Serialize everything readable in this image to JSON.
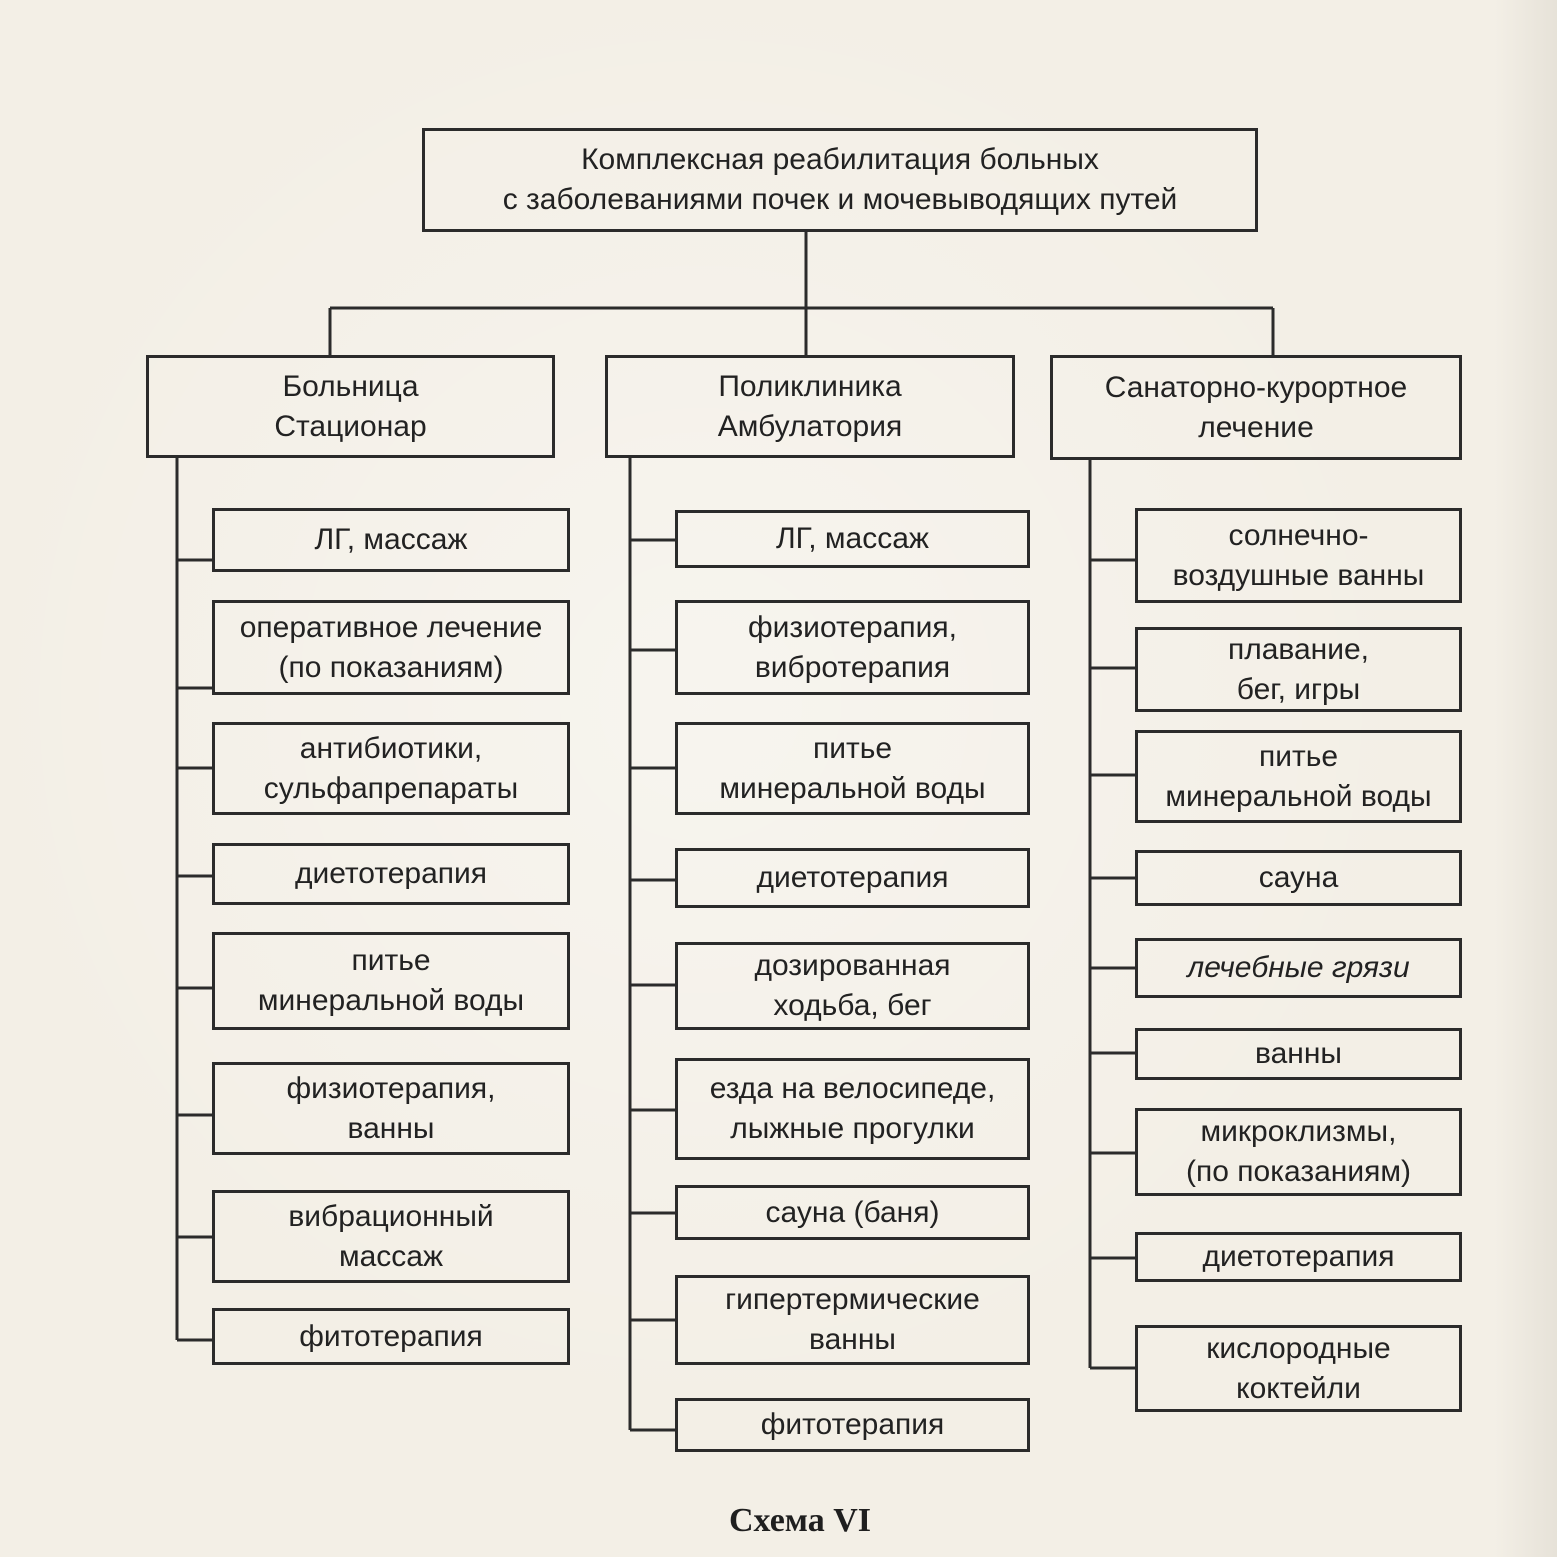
{
  "title": {
    "lines": [
      "Комплексная реабилитация больных",
      "с заболеваниями почек и мочевыводящих путей"
    ]
  },
  "columns": [
    {
      "header": [
        "Больница",
        "Стационар"
      ],
      "items": [
        [
          "ЛГ, массаж"
        ],
        [
          "оперативное лечение",
          "(по показаниям)"
        ],
        [
          "антибиотики,",
          "сульфапрепараты"
        ],
        [
          "диетотерапия"
        ],
        [
          "питье",
          "минеральной воды"
        ],
        [
          "физиотерапия,",
          "ванны"
        ],
        [
          "вибрационный",
          "массаж"
        ],
        [
          "фитотерапия"
        ]
      ]
    },
    {
      "header": [
        "Поликлиника",
        "Амбулатория"
      ],
      "items": [
        [
          "ЛГ, массаж"
        ],
        [
          "физиотерапия,",
          "вибротерапия"
        ],
        [
          "питье",
          "минеральной воды"
        ],
        [
          "диетотерапия"
        ],
        [
          "дозированная",
          "ходьба, бег"
        ],
        [
          "езда на велосипеде,",
          "лыжные прогулки"
        ],
        [
          "сауна (баня)"
        ],
        [
          "гипертермические",
          "ванны"
        ],
        [
          "фитотерапия"
        ]
      ]
    },
    {
      "header": [
        "Санаторно-курортное",
        "лечение"
      ],
      "items": [
        [
          "солнечно-",
          "воздушные ванны"
        ],
        [
          "плавание,",
          "бег, игры"
        ],
        [
          "питье",
          "минеральной воды"
        ],
        [
          "сауна"
        ],
        [
          "лечебные грязи"
        ],
        [
          "ванны"
        ],
        [
          "микроклизмы,",
          "(по показаниям)"
        ],
        [
          "диетотерапия"
        ],
        [
          "кислородные",
          "коктейли"
        ]
      ]
    }
  ],
  "caption": "Схема VI",
  "colors": {
    "paper": "#f3efe6",
    "ink": "#2b2b2b"
  }
}
